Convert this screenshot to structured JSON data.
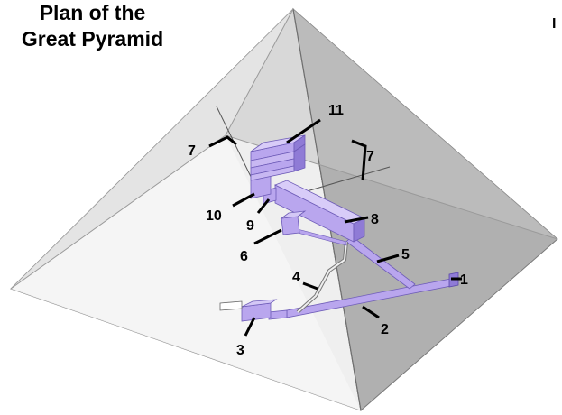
{
  "title": {
    "line1": "Plan of the",
    "line2": "Great Pyramid"
  },
  "corner_text": "I",
  "labels": {
    "l1": "1",
    "l2": "2",
    "l3": "3",
    "l4": "4",
    "l5": "5",
    "l6": "6",
    "l7a": "7",
    "l7b": "7",
    "l8": "8",
    "l9": "9",
    "l10": "10",
    "l11": "11"
  },
  "colors": {
    "face_left": "#ededed",
    "face_right": "#a9a9a9",
    "face_front": "#f2f2f2",
    "edge": "#777777",
    "chamber": "#b9a6ee",
    "chamber_dark": "#8f7bd6",
    "label": "#000000",
    "leader": "#000000"
  }
}
